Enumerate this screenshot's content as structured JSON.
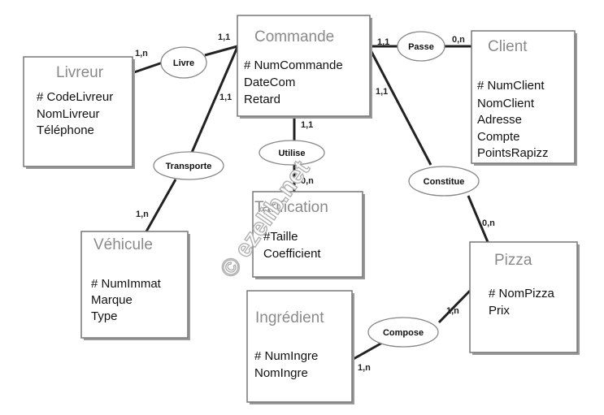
{
  "entities": {
    "livreur": {
      "title": "Livreur",
      "attrs": [
        "# CodeLivreur",
        "NomLivreur",
        "Téléphone"
      ]
    },
    "commande": {
      "title": "Commande",
      "attrs": [
        "# NumCommande",
        "DateCom",
        "Retard"
      ]
    },
    "client": {
      "title": "Client",
      "attrs": [
        "# NumClient",
        "NomClient",
        "Adresse",
        "Compte",
        "PointsRapizz"
      ]
    },
    "vehicule": {
      "title": "Véhicule",
      "attrs": [
        "# NumImmat",
        "Marque",
        "Type"
      ]
    },
    "tarification": {
      "title": "Tarification",
      "attrs": [
        "#Taille",
        "Coefficient"
      ]
    },
    "pizza": {
      "title": "Pizza",
      "attrs": [
        "# NomPizza",
        "Prix"
      ]
    },
    "ingredient": {
      "title": "Ingrédient",
      "attrs": [
        "# NumIngre",
        "NomIngre"
      ]
    }
  },
  "relations": {
    "livre": "Livre",
    "passe": "Passe",
    "transporte": "Transporte",
    "utilise": "Utilise",
    "constitue": "Constitue",
    "compose": "Compose"
  },
  "cardinalities": {
    "livre_livreur": "1,n",
    "livre_commande": "1,1",
    "passe_commande": "1,1",
    "passe_client": "0,n",
    "transporte_commande": "1,1",
    "transporte_vehicule": "1,n",
    "utilise_commande": "1,1",
    "utilise_tarification": "0,n",
    "constitue_commande": "1,1",
    "constitue_pizza": "0,n",
    "compose_pizza": "1,n",
    "compose_ingredient": "1,n"
  },
  "watermark": "© ezelib.net"
}
